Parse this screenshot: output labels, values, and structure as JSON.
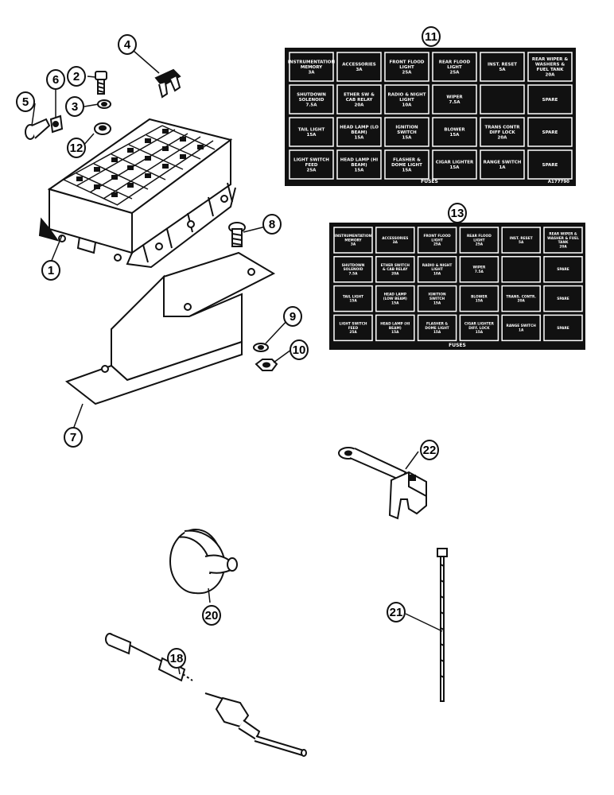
{
  "callouts": [
    "1",
    "2",
    "3",
    "4",
    "5",
    "6",
    "7",
    "8",
    "9",
    "10",
    "11",
    "12",
    "13",
    "18",
    "20",
    "21",
    "22"
  ],
  "panel_11": {
    "footer": "FUSES",
    "code": "A177790",
    "cells": [
      [
        "INSTRUMENTATION MEMORY",
        "3A"
      ],
      [
        "ACCESSORIES",
        "3A"
      ],
      [
        "FRONT FLOOD LIGHT",
        "25A"
      ],
      [
        "REAR FLOOD LIGHT",
        "25A"
      ],
      [
        "INST. RESET",
        "5A"
      ],
      [
        "REAR WIPER & WASHERS & FUEL TANK",
        "20A"
      ],
      [
        "SHUTDOWN SOLENOID",
        "7.5A"
      ],
      [
        "ETHER SW & CAB RELAY",
        "20A"
      ],
      [
        "RADIO & NIGHT LIGHT",
        "10A"
      ],
      [
        "WIPER",
        "7.5A"
      ],
      [
        "",
        ""
      ],
      [
        "SPARE",
        ""
      ],
      [
        "TAIL LIGHT",
        "15A"
      ],
      [
        "HEAD LAMP (LO BEAM)",
        "15A"
      ],
      [
        "IGNITION SWITCH",
        "15A"
      ],
      [
        "BLOWER",
        "15A"
      ],
      [
        "TRANS CONTR DIFF LOCK",
        "20A"
      ],
      [
        "SPARE",
        ""
      ],
      [
        "LIGHT SWITCH FEED",
        "25A"
      ],
      [
        "HEAD LAMP (HI BEAM)",
        "15A"
      ],
      [
        "FLASHER & DOME LIGHT",
        "15A"
      ],
      [
        "CIGAR LIGHTER",
        "15A"
      ],
      [
        "RANGE SWITCH",
        "1A"
      ],
      [
        "SPARE",
        ""
      ]
    ]
  },
  "panel_13": {
    "footer": "FUSES",
    "cells": [
      [
        "INSTRUMENTATION MEMORY",
        "3A"
      ],
      [
        "ACCESSORIES",
        "3A"
      ],
      [
        "FRONT FLOOD LIGHT",
        "25A"
      ],
      [
        "REAR FLOOD LIGHT",
        "25A"
      ],
      [
        "INST. RESET",
        "5A"
      ],
      [
        "REAR WIPER & WASHER & FUEL TANK",
        "20A"
      ],
      [
        "SHUTDOWN SOLENOID",
        "7.5A"
      ],
      [
        "ETHER SWITCH & CAB RELAY",
        "20A"
      ],
      [
        "RADIO & NIGHT LIGHT",
        "10A"
      ],
      [
        "WIPER",
        "7.5A"
      ],
      [
        "",
        ""
      ],
      [
        "SPARE",
        ""
      ],
      [
        "TAIL LIGHT",
        "15A"
      ],
      [
        "HEAD LAMP (LOW BEAM)",
        "15A"
      ],
      [
        "IGNITION SWITCH",
        "15A"
      ],
      [
        "BLOWER",
        "15A"
      ],
      [
        "TRANS. CONTR.",
        "20A"
      ],
      [
        "SPARE",
        ""
      ],
      [
        "LIGHT SWITCH FEED",
        "25A"
      ],
      [
        "HEAD LAMP (HI BEAM)",
        "15A"
      ],
      [
        "FLASHER & DOME LIGHT",
        "15A"
      ],
      [
        "CIGAR LIGHTER DIFF. LOCK",
        "15A"
      ],
      [
        "RANGE SWITCH",
        "1A"
      ],
      [
        "SPARE",
        ""
      ]
    ]
  },
  "colors": {
    "ink": "#111111",
    "paper": "#ffffff"
  },
  "icons": [
    "fuse-block-icon",
    "screw-icon",
    "washer-icon",
    "blade-fuse-icon",
    "bolt-icon",
    "clip-icon",
    "mounting-bracket-icon",
    "nut-icon",
    "sensor-cable-icon",
    "rubber-boot-icon",
    "cable-tie-icon",
    "cable-clamp-icon"
  ]
}
